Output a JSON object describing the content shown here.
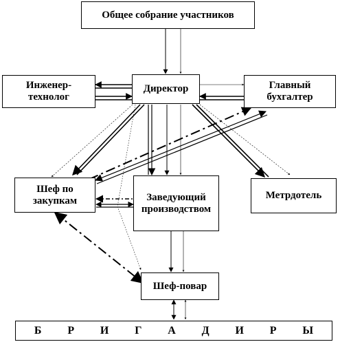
{
  "nodes": {
    "assembly": "Общее собрание участников",
    "director": "Директор",
    "engineer": "Инженер-технолог",
    "accountant": "Главный бухгалтер",
    "purchasing_chef": "Шеф по закупкам",
    "production_head": "Заведующий производством",
    "maitre_d": "Метрдотель",
    "head_chef": "Шеф-повар"
  },
  "brigadiers_letters": [
    "Б",
    "Р",
    "И",
    "Г",
    "А",
    "Д",
    "И",
    "Р",
    "Ы"
  ]
}
